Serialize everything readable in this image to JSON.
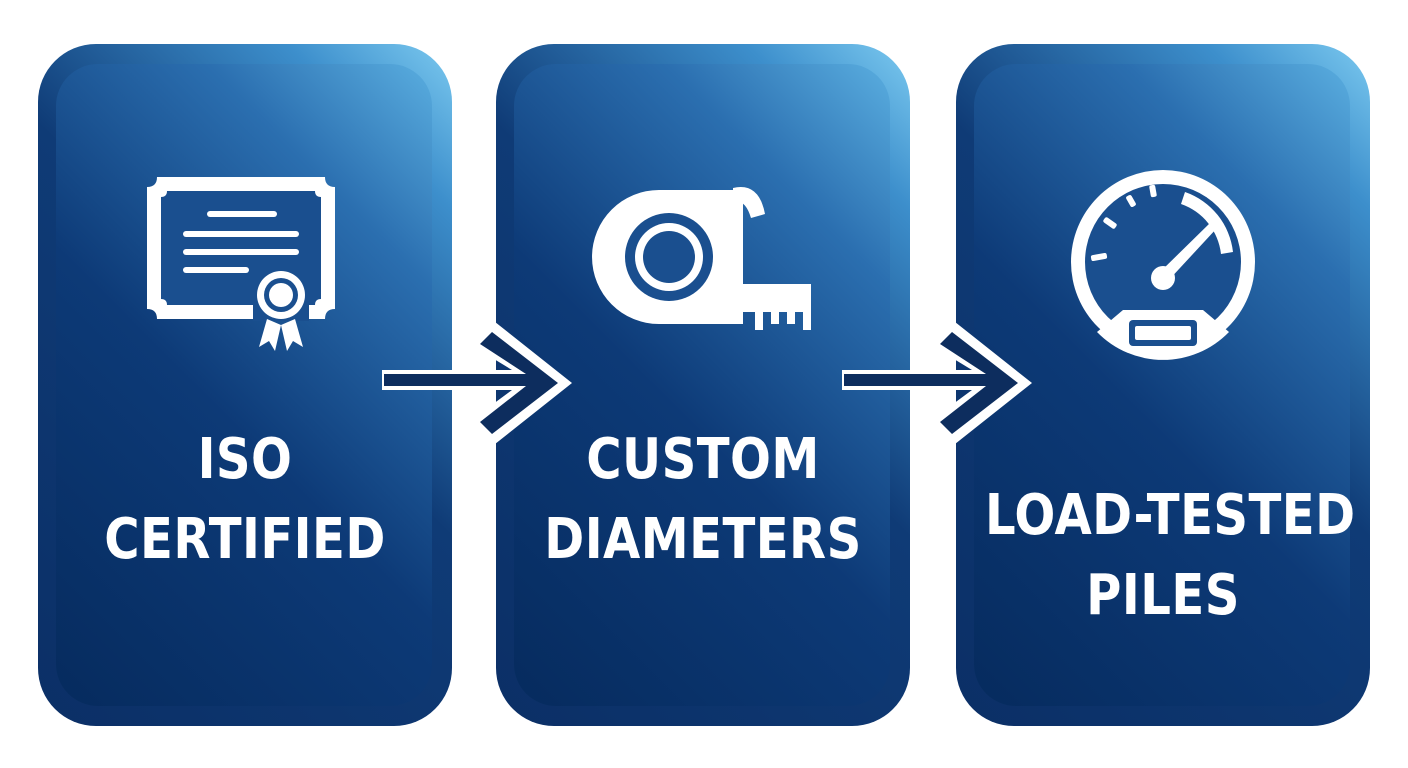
{
  "steps": [
    {
      "line1": "ISO",
      "line2": "CERTIFIED",
      "icon": "certificate-icon"
    },
    {
      "line1": "CUSTOM",
      "line2": "DIAMETERS",
      "icon": "tape-measure-icon"
    },
    {
      "line1": "LOAD-TESTED",
      "line2": "PILES",
      "icon": "gauge-icon"
    }
  ],
  "colors": {
    "card_dark": "#062b5e",
    "card_light": "#7ccaf0",
    "arrow": "#0d2d5e",
    "text": "#ffffff"
  }
}
